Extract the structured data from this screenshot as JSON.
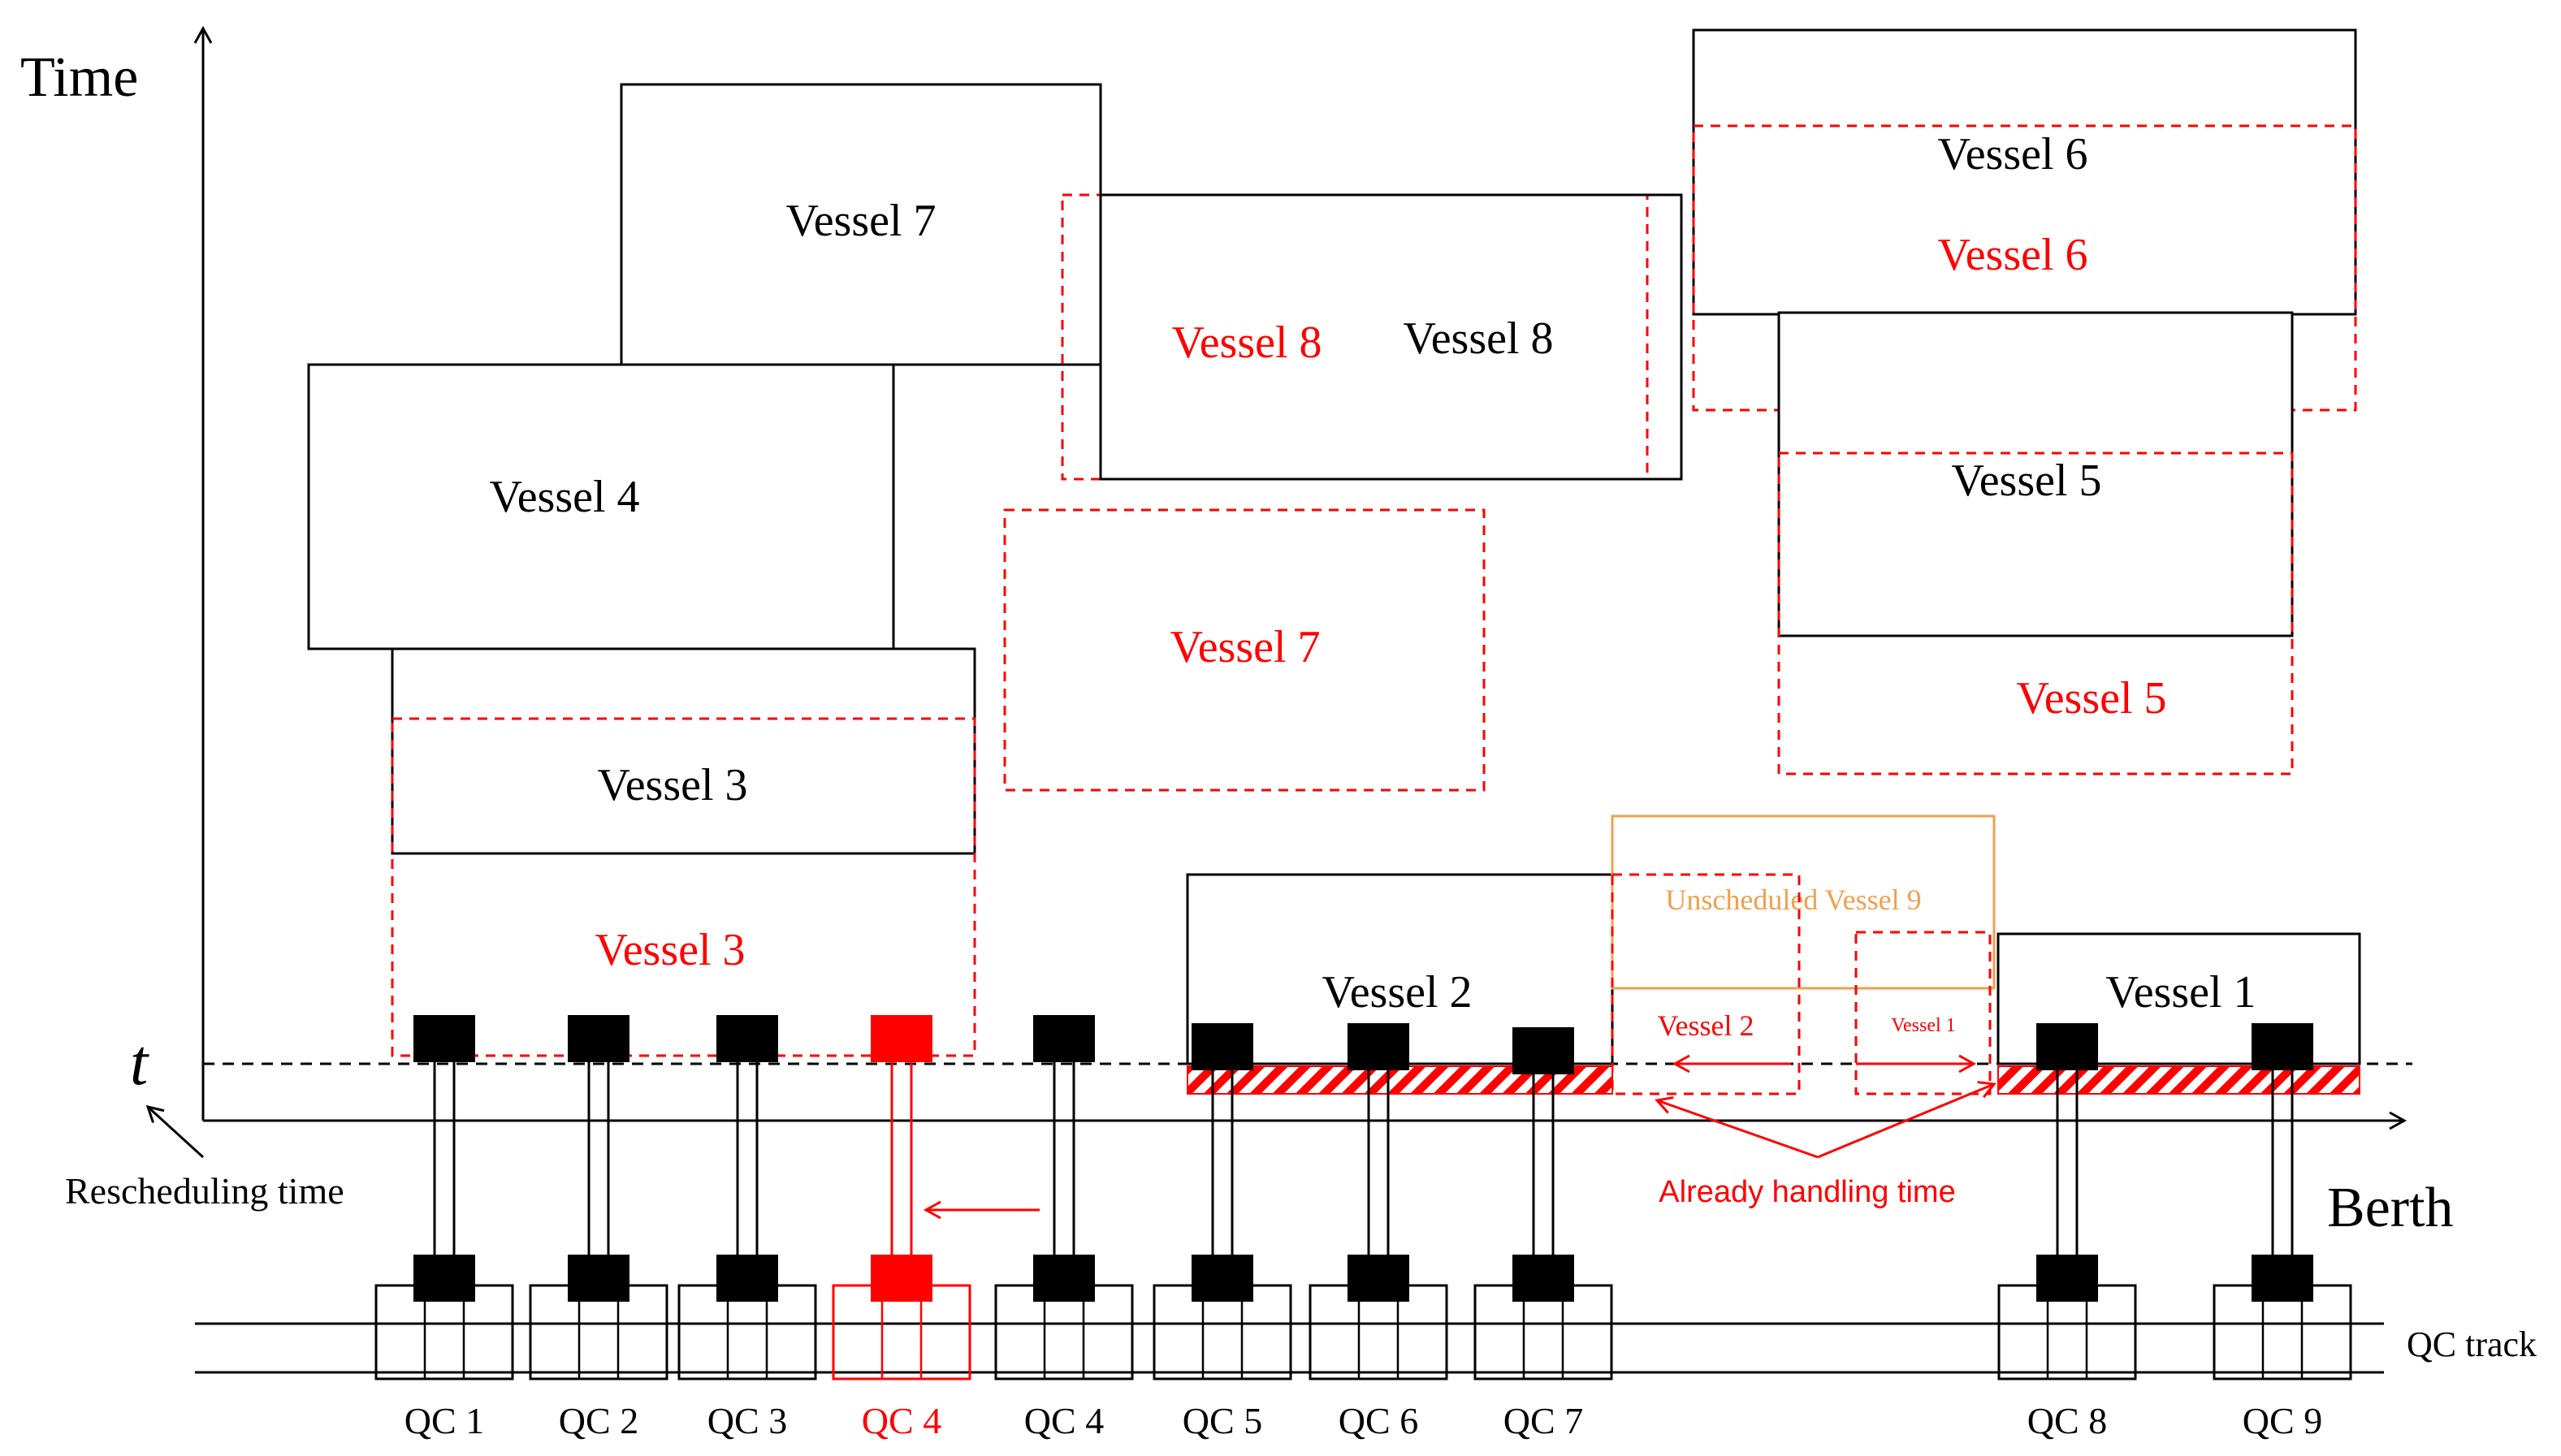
{
  "colors": {
    "black": "#000000",
    "red": "#ff0000",
    "orange": "#f0a050",
    "white": "#ffffff"
  },
  "axes": {
    "time_label": "Time",
    "berth_label": "Berth",
    "t_label": "t",
    "rescheduling_label": "Rescheduling time",
    "qc_track_label": "QC track"
  },
  "vessels": {
    "v1_black": "Vessel 1",
    "v1_red": "Vessel 1",
    "v2_black": "Vessel 2",
    "v2_red": "Vessel 2",
    "v3_black": "Vessel 3",
    "v3_red": "Vessel 3",
    "v4_black": "Vessel 4",
    "v5_black": "Vessel 5",
    "v5_red": "Vessel 5",
    "v6_black": "Vessel 6",
    "v6_red": "Vessel 6",
    "v7_black": "Vessel 7",
    "v7_red": "Vessel 7",
    "v8_black": "Vessel 8",
    "v8_red": "Vessel 8",
    "v9_unscheduled": "Unscheduled Vessel 9"
  },
  "annotations": {
    "already_handling": "Already handling time"
  },
  "cranes": [
    {
      "label": "QC 1",
      "highlight": false
    },
    {
      "label": "QC 2",
      "highlight": false
    },
    {
      "label": "QC 3",
      "highlight": false
    },
    {
      "label": "QC 4",
      "highlight": true
    },
    {
      "label": "QC 4",
      "highlight": false
    },
    {
      "label": "QC 5",
      "highlight": false
    },
    {
      "label": "QC 6",
      "highlight": false
    },
    {
      "label": "QC 7",
      "highlight": false
    },
    {
      "label": "QC 8",
      "highlight": false
    },
    {
      "label": "QC 9",
      "highlight": false
    }
  ]
}
